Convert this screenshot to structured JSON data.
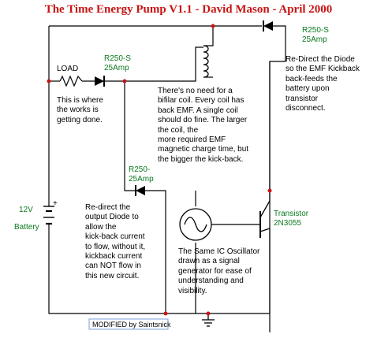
{
  "title": "The Time Energy Pump V1.1 - David Mason - April 2000",
  "labels": {
    "diode_top_rating": [
      "R250-S",
      "25Amp"
    ],
    "diode_mid_rating": [
      "R250-S",
      "25Amp"
    ],
    "diode_low_rating": [
      "R250-",
      "25Amp"
    ],
    "load": "LOAD",
    "battery_voltage": "12V",
    "battery": "Battery",
    "battery_plus": "+",
    "transistor": [
      "Transistor",
      "2N3055"
    ],
    "modified_by": "MODIFIED by Saintsnick"
  },
  "notes": {
    "load_note": [
      "This is where",
      "the works is",
      "getting done."
    ],
    "coil_note": [
      "There's no need for a",
      "bifilar coil. Every coil has",
      "back EMF. A single coil",
      "should do fine. The larger",
      "the coil, the",
      "more required EMF",
      "magnetic charge time, but",
      "the bigger the kick-back."
    ],
    "redirect_top_note": [
      "Re-Direct the Diode",
      "so the EMF Kickback",
      "back-feeds the",
      "battery upon",
      "transistor",
      "disconnect."
    ],
    "redirect_output_note": [
      "Re-direct the",
      "output Diode to",
      "allow the",
      "kick-back current",
      "to flow, without it,",
      "kickback current",
      "can NOT flow in",
      "this new circuit."
    ],
    "oscillator_note": [
      "The Same IC Oscillator",
      "drawn as a signal",
      "generator for ease of",
      "understanding and",
      "visibility."
    ]
  },
  "colors": {
    "title": "#c81414",
    "component_labels": "#0a7a1e",
    "wire": "#000000",
    "junction": "#c81414",
    "modified_box": "#7aa0d8"
  }
}
